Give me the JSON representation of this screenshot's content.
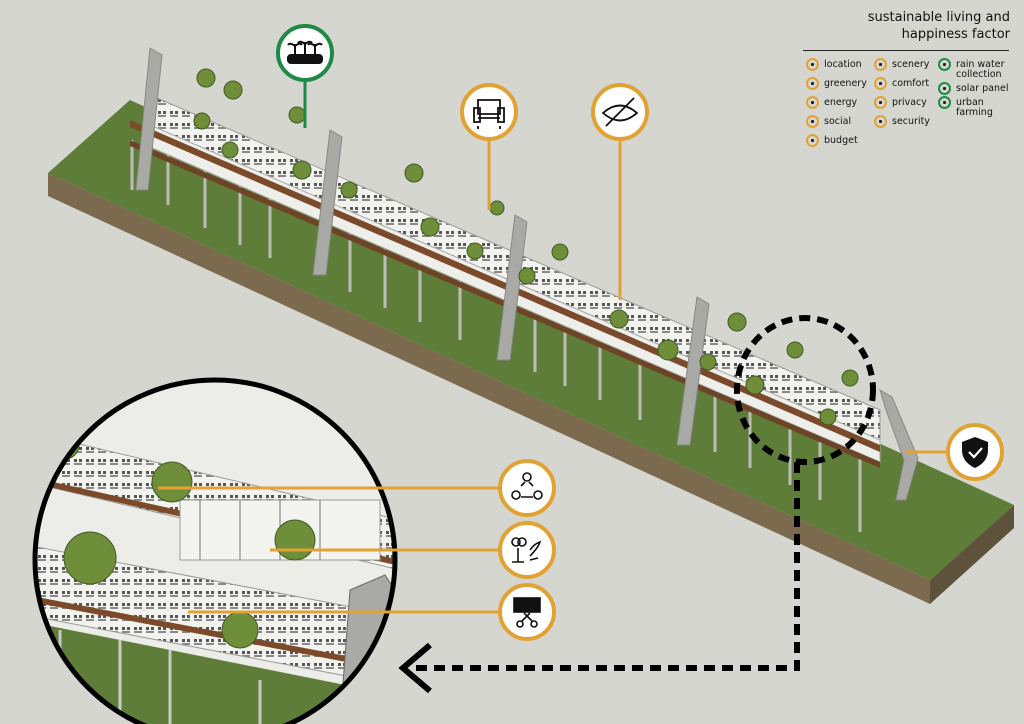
{
  "title": {
    "line1": "sustainable living and",
    "line2": "happiness factor"
  },
  "legend": {
    "orange": [
      "location",
      "greenery",
      "energy",
      "social",
      "budget",
      "scenery",
      "comfort",
      "privacy",
      "security"
    ],
    "green": [
      "rain water\ncollection",
      "solar panel",
      "urban\nfarming"
    ]
  },
  "colors": {
    "background": "#d6d6d1",
    "grass": "#5d7d38",
    "orange": "#e2a233",
    "green": "#1f8a45",
    "ink": "#111111"
  },
  "callouts": [
    {
      "name": "urban-farming-callout",
      "icon": "planter-icon",
      "ring": "green"
    },
    {
      "name": "comfort-callout",
      "icon": "armchair-icon",
      "ring": "orange"
    },
    {
      "name": "privacy-callout",
      "icon": "hidden-eye-icon",
      "ring": "orange"
    },
    {
      "name": "security-callout",
      "icon": "shield-check-icon",
      "ring": "orange"
    },
    {
      "name": "social-callout",
      "icon": "people-network-icon",
      "ring": "orange"
    },
    {
      "name": "greenery-callout",
      "icon": "plant-hand-icon",
      "ring": "orange"
    },
    {
      "name": "budget-callout",
      "icon": "scissors-money-icon",
      "ring": "orange"
    }
  ]
}
